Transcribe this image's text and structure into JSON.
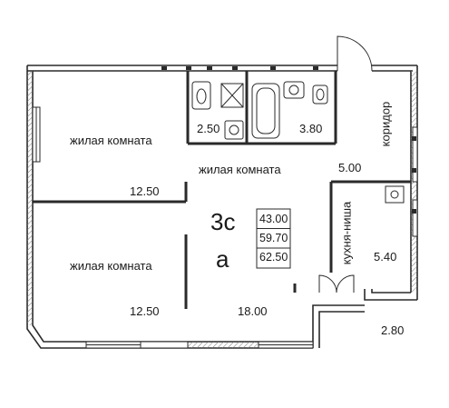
{
  "rooms": {
    "living_room_top": {
      "label": "жилая комната",
      "area": "12.50"
    },
    "living_room_center": {
      "label": "жилая комната",
      "area": "18.00"
    },
    "living_room_bottom": {
      "label": "жилая комната",
      "area": "12.50"
    },
    "bathroom_left": {
      "area": "2.50"
    },
    "bathroom_right": {
      "area": "3.80"
    },
    "corridor": {
      "label": "коридор",
      "area": "5.00"
    },
    "kitchen_niche": {
      "label": "кухня-ниша",
      "area": "5.40"
    },
    "balcony": {
      "area": "2.80"
    }
  },
  "info_box": {
    "room_count": "3с",
    "type": "а",
    "living_area": "43.00",
    "total_area": "59.70",
    "area_with_balcony": "62.50"
  },
  "colors": {
    "wall": "#2a2a2a",
    "wall_fill": "#ffffff",
    "hatch": "#555555"
  }
}
